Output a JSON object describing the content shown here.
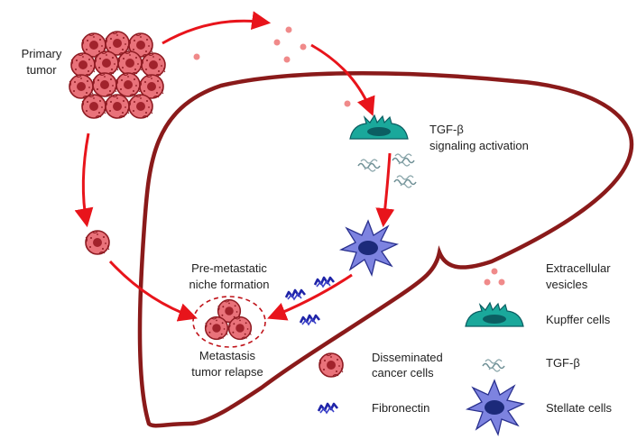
{
  "labels": {
    "primary_tumor": [
      "Primary",
      "tumor"
    ],
    "tgf_activation": [
      "TGF-β",
      "signaling activation"
    ],
    "pre_metastatic": [
      "Pre-metastatic",
      "niche formation"
    ],
    "metastasis": [
      "Metastasis",
      "tumor relapse"
    ]
  },
  "legend": {
    "extracellular_vesicles": [
      "Extracellular",
      "vesicles"
    ],
    "kupffer_cells": "Kupffer cells",
    "tgf_beta": "TGF-β",
    "disseminated_cells": [
      "Disseminated",
      "cancer cells"
    ],
    "fibronectin": "Fibronectin",
    "stellate_cells": "Stellate cells"
  },
  "colors": {
    "arrow": "#e8141b",
    "liver_outline": "#8a1a1a",
    "tumor_fill": "#e9727a",
    "tumor_stroke": "#8e1b22",
    "vesicle": "#f08a8a",
    "kupffer_fill": "#1aa89b",
    "kupffer_nucleus": "#0b5e62",
    "stellate_fill": "#7d83e0",
    "stellate_nucleus": "#1c2a7a",
    "fibronectin": "#1f24a8",
    "tgf": "#6e8f95"
  },
  "icons": [
    "tumor-cell-icon",
    "vesicle-icon",
    "kupffer-cell-icon",
    "stellate-cell-icon",
    "tgf-beta-icon",
    "fibronectin-icon"
  ]
}
